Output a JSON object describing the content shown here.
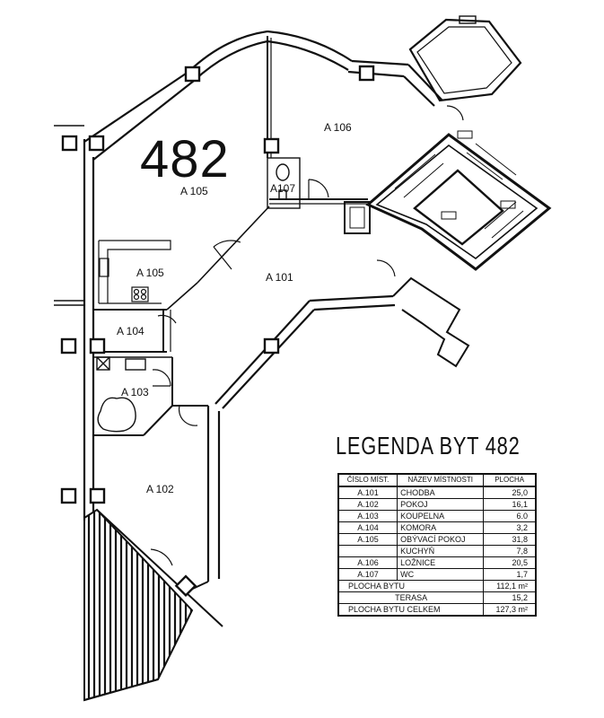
{
  "plan": {
    "unit_number": "482",
    "rooms": {
      "a101": "A 101",
      "a102": "A 102",
      "a103": "A 103",
      "a104": "A 104",
      "a105_living": "A 105",
      "a105_kitchen": "A 105",
      "a106": "A 106",
      "a107": "A107"
    }
  },
  "legend": {
    "title": "LEGENDA BYT 482",
    "headers": [
      "ČÍSLO MÍST.",
      "NÁZEV MÍSTNOSTI",
      "PLOCHA"
    ],
    "rows": [
      {
        "code": "A.101",
        "name": "CHODBA",
        "area": "25,0"
      },
      {
        "code": "A.102",
        "name": "POKOJ",
        "area": "16,1"
      },
      {
        "code": "A.103",
        "name": "KOUPELNA",
        "area": "6.0"
      },
      {
        "code": "A.104",
        "name": "KOMORA",
        "area": "3,2"
      },
      {
        "code": "A.105",
        "name": "OBÝVACÍ POKOJ",
        "area": "31,8"
      },
      {
        "code": "",
        "name": "KUCHYŇ",
        "area": "7,8"
      },
      {
        "code": "A.106",
        "name": "LOŽNICE",
        "area": "20,5"
      },
      {
        "code": "A.107",
        "name": "WC",
        "area": "1,7"
      }
    ],
    "summary": [
      {
        "label": "PLOCHA BYTU",
        "value": "112,1 m²"
      },
      {
        "label": "TERASA",
        "value": "15,2"
      },
      {
        "label": "PLOCHA BYTU CELKEM",
        "value": "127,3 m²"
      }
    ]
  }
}
